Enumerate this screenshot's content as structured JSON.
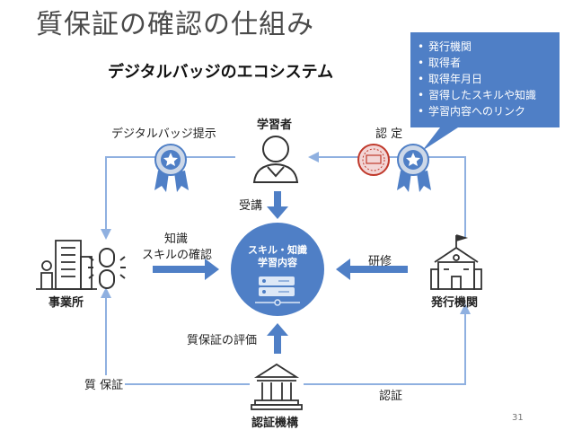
{
  "title": "質保証の確認の仕組み",
  "subtitle": "デジタルバッジのエコシステム",
  "callout": {
    "items": [
      "発行機関",
      "取得者",
      "取得年月日",
      "習得したスキルや知識",
      "学習内容へのリンク"
    ]
  },
  "nodes": {
    "learner": "学習者",
    "office": "事業所",
    "issuer": "発行機関",
    "accreditor": "認証機構",
    "center_line1": "スキル・知識",
    "center_line2": "学習内容"
  },
  "labels": {
    "present_badge": "デジタルバッジ提示",
    "certify": "認 定",
    "attend": "受講",
    "knowledge_line1": "知識",
    "knowledge_line2": "スキルの確認",
    "training": "研修",
    "qa_eval": "質保証の評価",
    "qa": "質 保証",
    "accredit": "認証"
  },
  "page_number": "31",
  "colors": {
    "accent": "#4f7fc6",
    "line": "#8fb0e0",
    "arrow": "#4f7fc6"
  }
}
